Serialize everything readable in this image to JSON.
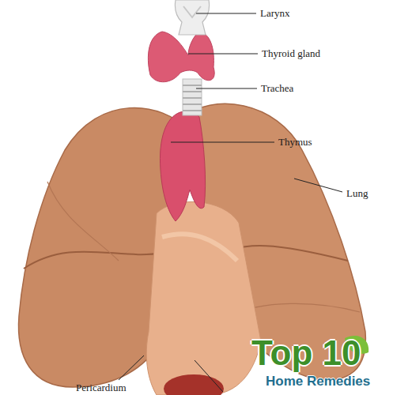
{
  "diagram": {
    "labels": [
      "Larynx",
      "Thyroid gland",
      "Trachea",
      "Thymus",
      "Lung",
      "Pericardium",
      "Top 10",
      "Home Remedies"
    ]
  }
}
